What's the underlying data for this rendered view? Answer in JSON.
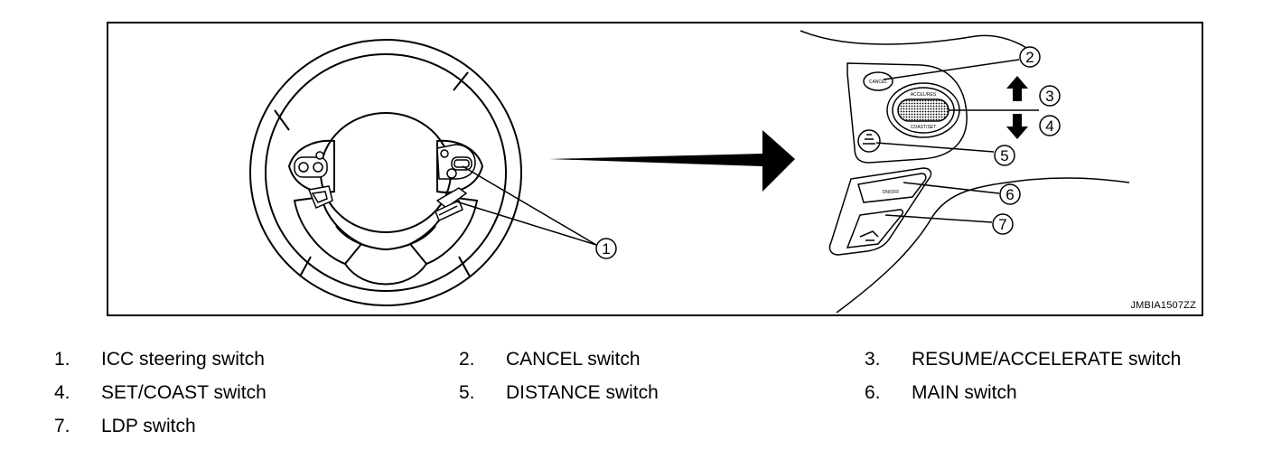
{
  "figure": {
    "code": "JMBIA1507ZZ",
    "callouts": [
      "1",
      "2",
      "3",
      "4",
      "5",
      "6",
      "7"
    ],
    "switch_labels": {
      "cancel": "CANCEL",
      "accel": "ACCEL/RES",
      "coast": "COAST/SET",
      "main": "ON/OFF"
    }
  },
  "legend": [
    {
      "num": "1.",
      "text": "ICC steering switch"
    },
    {
      "num": "2.",
      "text": "CANCEL switch"
    },
    {
      "num": "3.",
      "text": "RESUME/ACCELERATE switch"
    },
    {
      "num": "4.",
      "text": "SET/COAST switch"
    },
    {
      "num": "5.",
      "text": "DISTANCE switch"
    },
    {
      "num": "6.",
      "text": "MAIN switch"
    },
    {
      "num": "7.",
      "text": "LDP switch"
    }
  ]
}
